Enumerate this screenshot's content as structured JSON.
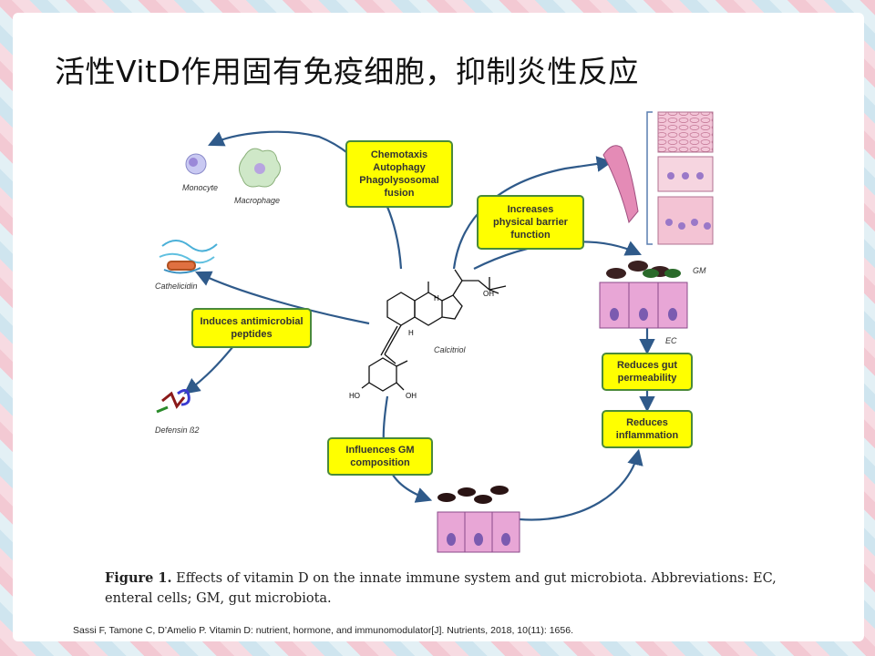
{
  "slide": {
    "title": "活性VitD作用固有免疫细胞，抑制炎性反应",
    "reference": "Sassi F, Tamone C, D’Amelio P. Vitamin D: nutrient, hormone, and immunomodulator[J]. Nutrients, 2018, 10(11): 1656."
  },
  "figure": {
    "boxes": {
      "chemotaxis": [
        "Chemotaxis",
        "Autophagy",
        "Phagolysosomal",
        "fusion"
      ],
      "barrier": [
        "Increases",
        "physical barrier",
        "function"
      ],
      "antimicrobial": [
        "Induces antimicrobial",
        "peptides"
      ],
      "permeability": [
        "Reduces gut",
        "permeability"
      ],
      "inflammation": [
        "Reduces",
        "inflammation"
      ],
      "gm_composition": [
        "Influences GM",
        "composition"
      ]
    },
    "labels": {
      "monocyte": "Monocyte",
      "macrophage": "Macrophage",
      "cathelicidin": "Cathelicidin",
      "defensin": "Defensin ß2",
      "calcitriol": "Calcitriol",
      "gm": "GM",
      "ec": "EC",
      "oh1": "OH",
      "oh2": "OH",
      "ho": "HO",
      "h1": "H",
      "h2": "H"
    },
    "caption_label": "Figure 1.",
    "caption_text": " Effects of vitamin D on the innate immune system and gut microbiota. Abbreviations: EC, enteral cells; GM, gut microbiota."
  },
  "colors": {
    "box_fill": "#ffff00",
    "box_border": "#4a8a3a",
    "arrow": "#2f5a8a",
    "cell_pink": "#e8a6d6",
    "nucleus": "#7b5bb0"
  }
}
